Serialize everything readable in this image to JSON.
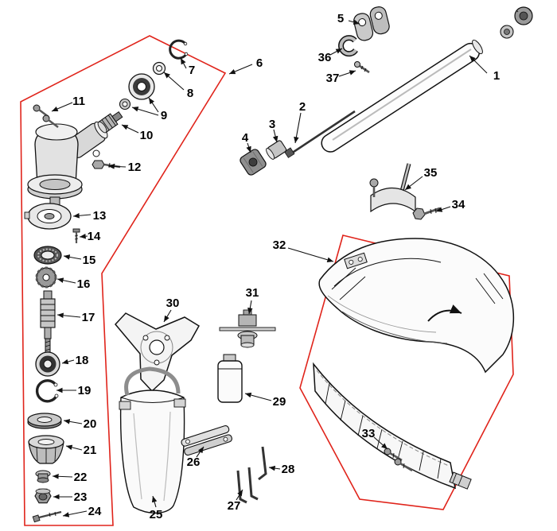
{
  "diagram": {
    "parts": {
      "p1": "1",
      "p2": "2",
      "p3": "3",
      "p4": "4",
      "p5": "5",
      "p6": "6",
      "p7": "7",
      "p8": "8",
      "p9": "9",
      "p10": "10",
      "p11": "11",
      "p12": "12",
      "p13": "13",
      "p14": "14",
      "p15": "15",
      "p16": "16",
      "p17": "17",
      "p18": "18",
      "p19": "19",
      "p20": "20",
      "p21": "21",
      "p22": "22",
      "p23": "23",
      "p24": "24",
      "p25": "25",
      "p26": "26",
      "p27": "27",
      "p28": "28",
      "p29": "29",
      "p30": "30",
      "p31": "31",
      "p32": "32",
      "p33": "33",
      "p34": "34",
      "p35": "35",
      "p36": "36",
      "p37": "37"
    }
  },
  "colors": {
    "group_outline": "#e0241b",
    "ink": "#111111"
  }
}
